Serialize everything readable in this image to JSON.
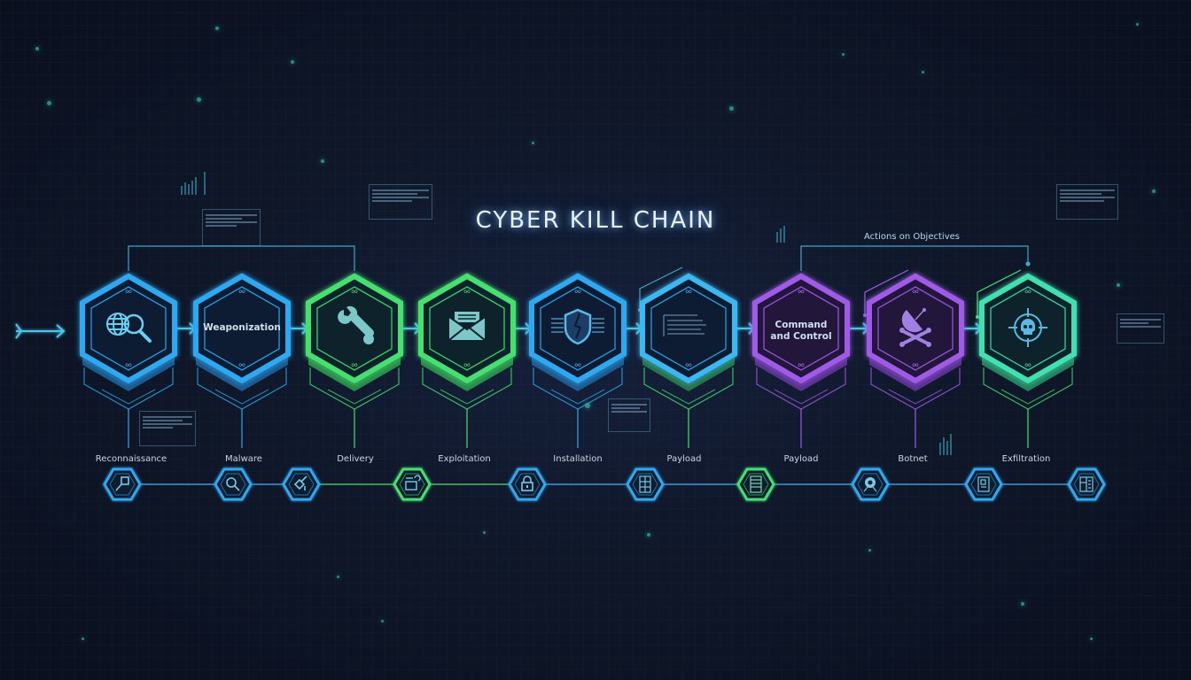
{
  "title": "CYBER KILL CHAIN",
  "group_label": "Actions on Objectives",
  "colors": {
    "background": "#0f1729",
    "blue": "#2ea8f0",
    "green": "#44e070",
    "purple": "#a05ae8",
    "teal": "#3fe0b0",
    "arrow": "#4cc4e8",
    "text": "#c9d6e4"
  },
  "stages": [
    {
      "index": 1,
      "icon": "globe-search-icon",
      "text": "",
      "color": "blue"
    },
    {
      "index": 2,
      "icon": "",
      "text": "Weaponization",
      "color": "blue"
    },
    {
      "index": 3,
      "icon": "wrench-icon",
      "text": "",
      "color": "green"
    },
    {
      "index": 4,
      "icon": "envelope-icon",
      "text": "",
      "color": "green"
    },
    {
      "index": 5,
      "icon": "shield-icon",
      "text": "",
      "color": "blue"
    },
    {
      "index": 6,
      "icon": "document-icon",
      "text": "",
      "color": "blue"
    },
    {
      "index": 7,
      "icon": "",
      "text": "Command and Control",
      "text_line1": "Command",
      "text_line2": "and Control",
      "color": "purple"
    },
    {
      "index": 8,
      "icon": "satellite-crossbones-icon",
      "text": "",
      "color": "purple"
    },
    {
      "index": 9,
      "icon": "skull-target-icon",
      "text": "",
      "color": "teal"
    }
  ],
  "bottom_labels": [
    "Reconnaissance",
    "Malware",
    "Delivery",
    "Exploitation",
    "Installation",
    "Payload",
    "Payload",
    "Botnet",
    "Exfiltration"
  ],
  "bottom_nodes": [
    {
      "icon": "magnifier-icon",
      "color": "blue"
    },
    {
      "icon": "search-icon",
      "color": "blue"
    },
    {
      "icon": "shovel-icon",
      "color": "blue"
    },
    {
      "icon": "toolbox-icon",
      "color": "green"
    },
    {
      "icon": "lock-icon",
      "color": "blue"
    },
    {
      "icon": "server-icon",
      "color": "blue"
    },
    {
      "icon": "list-icon",
      "color": "green"
    },
    {
      "icon": "bot-icon",
      "color": "blue"
    },
    {
      "icon": "file-icon",
      "color": "blue"
    },
    {
      "icon": "panel-icon",
      "color": "blue"
    }
  ]
}
